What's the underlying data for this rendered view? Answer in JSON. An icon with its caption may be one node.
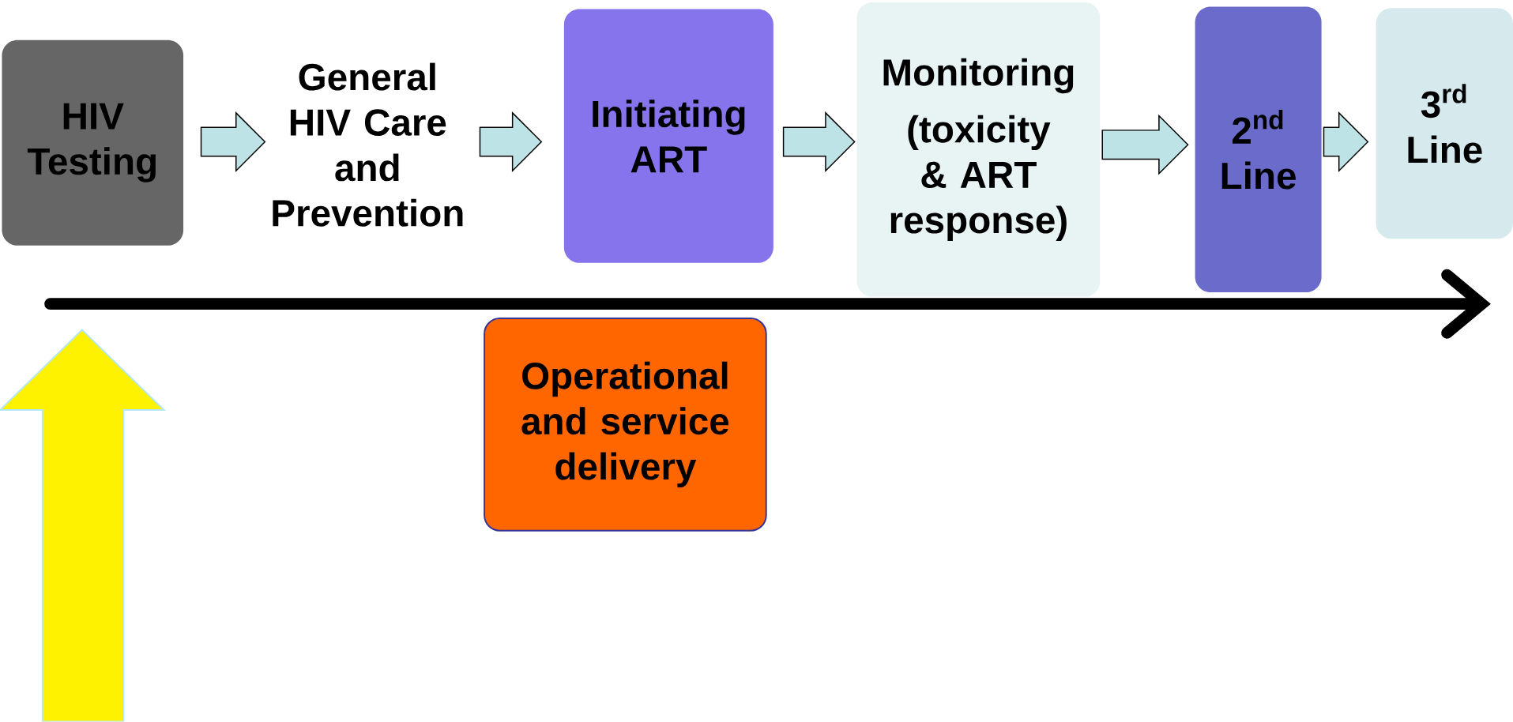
{
  "diagram": {
    "nodes": [
      {
        "text": [
          "HIV Testing"
        ]
      },
      {
        "text": [
          "General HIV Care and Prevention"
        ]
      },
      {
        "text": [
          "Initiating ART"
        ]
      },
      {
        "text": [
          "Monitoring",
          "(toxicity & ART response)"
        ]
      },
      {
        "text": [
          "2$^{nd}$ Line"
        ]
      },
      {
        "text": [
          "3$^{rd}$ Line"
        ]
      },
      {
        "text": [
          "Operational and service delivery"
        ]
      }
    ],
    "edges": [
      {
        "from": 0,
        "to": 1,
        "arrow": "to"
      },
      {
        "from": 1,
        "to": 2,
        "arrow": "to"
      },
      {
        "from": 2,
        "to": 3,
        "arrow": "to"
      },
      {
        "from": 3,
        "to": 4,
        "arrow": "to"
      },
      {
        "from": 4,
        "to": 5,
        "arrow": "to"
      }
    ]
  }
}
